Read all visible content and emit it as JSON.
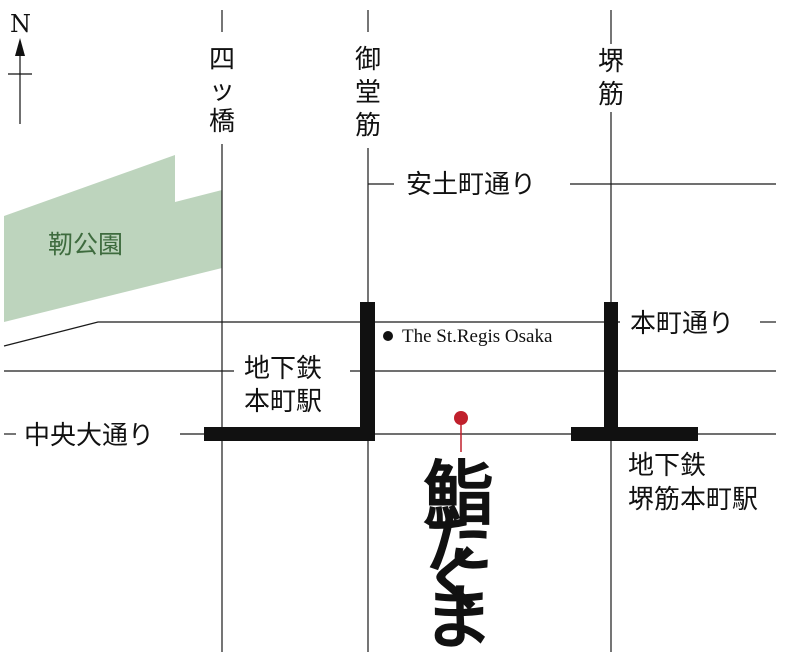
{
  "north": {
    "label": "N",
    "icon": "north-arrow-icon"
  },
  "streets_ns": [
    {
      "id": "yotsubashi",
      "chars": [
        "四",
        "ッ",
        "橋"
      ]
    },
    {
      "id": "midosuji",
      "chars": [
        "御",
        "堂",
        "筋"
      ]
    },
    {
      "id": "sakaisuji",
      "chars": [
        "堺",
        "筋"
      ]
    }
  ],
  "streets_ew": {
    "azuchimachi": "安土町通り",
    "honmachi": "本町通り",
    "chuo": "中央大通り"
  },
  "park": {
    "label": "靭公園",
    "color": "#bdd4bd"
  },
  "stations": [
    {
      "id": "honmachi",
      "lines": [
        "地下鉄",
        "本町駅"
      ]
    },
    {
      "id": "sakaisuji-honmachi",
      "lines": [
        "地下鉄",
        "堺筋本町駅"
      ]
    }
  ],
  "landmark": {
    "label": "The St.Regis Osaka",
    "icon": "hotel-dot-icon"
  },
  "store": {
    "name_chars": [
      "鮨",
      "た",
      "く",
      "ま"
    ],
    "marker_color": "#c0202c",
    "icon": "location-pin-icon"
  },
  "colors": {
    "road": "#1a1a1a",
    "subway": "#111111"
  }
}
